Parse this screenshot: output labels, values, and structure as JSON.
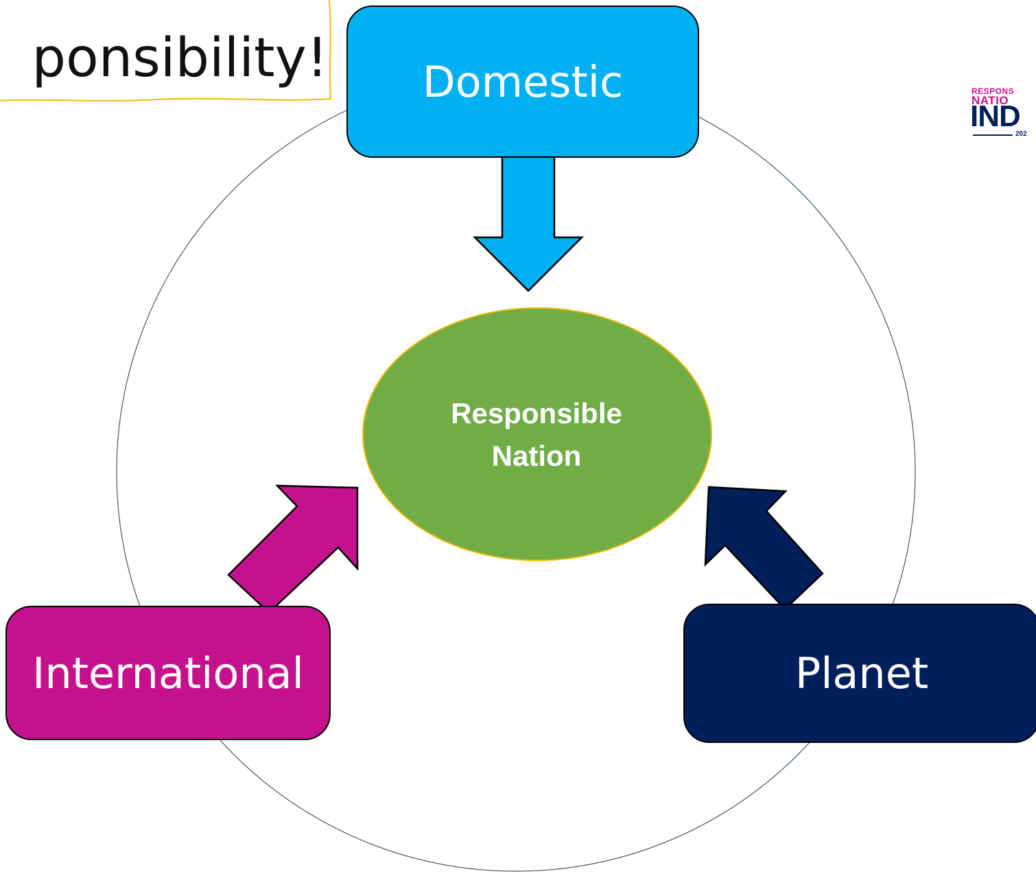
{
  "title": {
    "text": "ponsibility!",
    "border_color": "#f5b800"
  },
  "center": {
    "line1": "Responsible",
    "line2": "Nation",
    "fill_color": "#70ad47",
    "border_color": "#f5b800"
  },
  "nodes": {
    "domestic": {
      "label": "Domestic",
      "color": "#00b0f0"
    },
    "international": {
      "label": "International",
      "color": "#c5128c"
    },
    "planet": {
      "label": "Planet",
      "color": "#001f5b"
    }
  },
  "logo": {
    "line1": "RESPONS",
    "line2": "NATIO",
    "line3": "IND",
    "line4": "202"
  },
  "colors": {
    "ring": "#445566",
    "outline": "#000000"
  }
}
